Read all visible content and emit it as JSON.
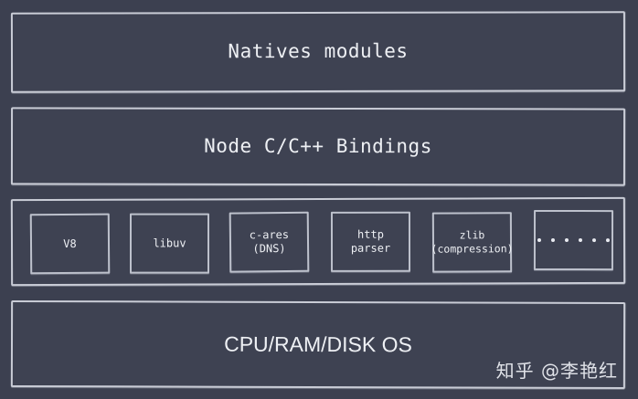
{
  "diagram": {
    "type": "node-js-architecture-stack",
    "background_color": "#3c4050",
    "border_color": "#c9ccd6",
    "text_color": "#eef0f4",
    "layers": [
      {
        "id": "natives",
        "label": "Natives modules"
      },
      {
        "id": "bindings",
        "label": "Node C/C++ Bindings"
      },
      {
        "id": "libraries",
        "label": ""
      },
      {
        "id": "os",
        "label": "CPU/RAM/DISK OS"
      }
    ]
  },
  "libraries": [
    {
      "id": "v8",
      "line1": "V8",
      "line2": ""
    },
    {
      "id": "libuv",
      "line1": "libuv",
      "line2": ""
    },
    {
      "id": "c-ares",
      "line1": "c-ares",
      "line2": "(DNS)"
    },
    {
      "id": "http",
      "line1": "http",
      "line2": "parser"
    },
    {
      "id": "zlib",
      "line1": "zlib",
      "line2": "(compression)"
    },
    {
      "id": "ellipsis",
      "line1": "",
      "line2": "",
      "dots": 6
    }
  ],
  "watermark": {
    "text": "知乎 @李艳红"
  }
}
